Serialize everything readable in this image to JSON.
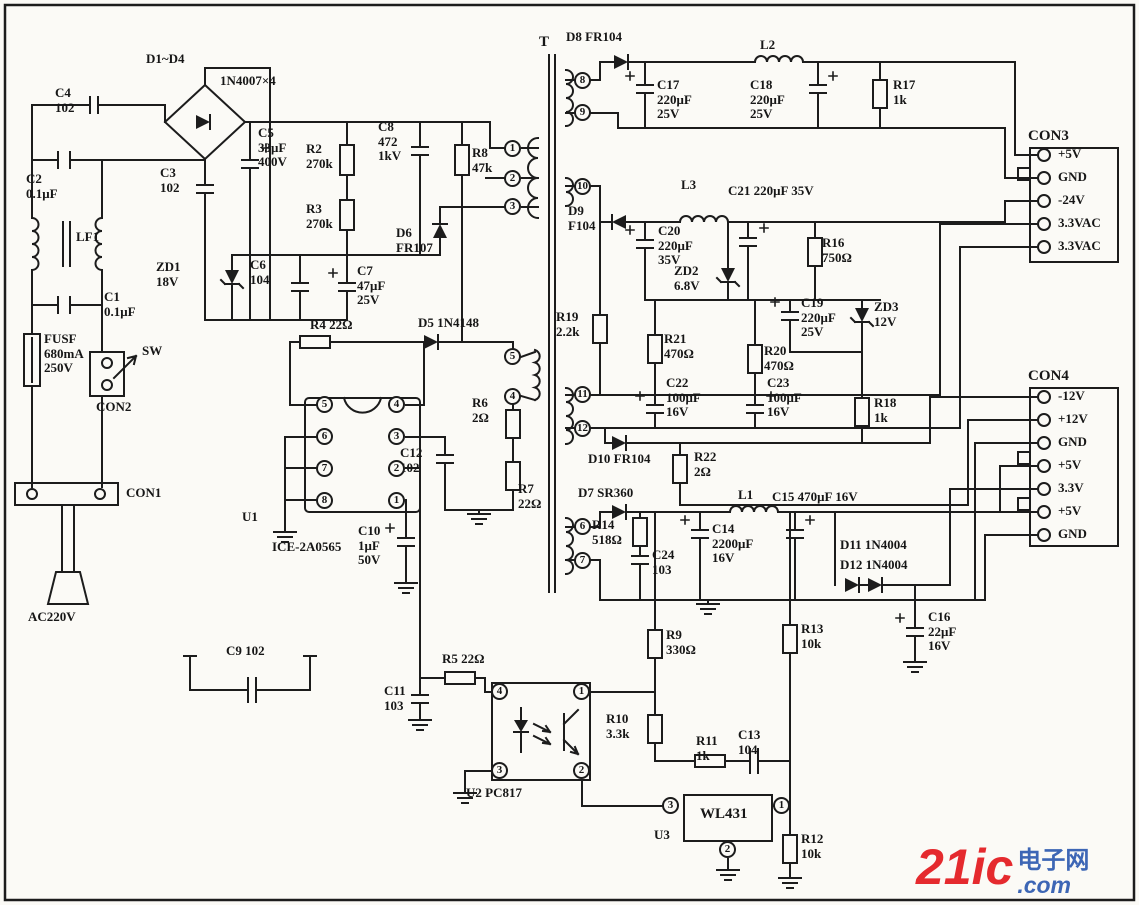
{
  "transformer": {
    "label": "T"
  },
  "primary": {
    "bridge_name": "D1~D4",
    "bridge_part": "1N4007×4",
    "c4": "C4\n102",
    "c2": "C2\n0.1μF",
    "c5": "C5\n33μF\n400V",
    "c3": "C3\n102",
    "lf1": "LF1",
    "c1": "C1\n0.1μF",
    "zd1": "ZD1\n18V",
    "c6": "C6\n104",
    "fuse": "FUSF\n680mA\n250V",
    "sw": "SW",
    "con2": "CON2",
    "con1": "CON1",
    "ac": "AC220V",
    "r2": "R2\n270k",
    "r3": "R3\n270k",
    "c8": "C8\n472\n1kV",
    "r8": "R8\n47k",
    "d6": "D6\nFR107",
    "c7": "C7\n47μF\n25V",
    "r4": "R4 22Ω",
    "d5": "D5 1N4148",
    "r6": "R6\n2Ω",
    "c12": "C12\n102",
    "r7": "R7\n22Ω",
    "u1": "U1",
    "u1_part": "ICE-2A0565",
    "c10": "C10\n1μF\n50V",
    "c9": "C9 102"
  },
  "secondary": {
    "d8": "D8 FR104",
    "c17": "C17\n220μF\n25V",
    "l2": "L2",
    "c18": "C18\n220μF\n25V",
    "r17": "R17\n1k",
    "d9": "D9\nF104",
    "l3": "L3",
    "c20": "C20\n220μF\n35V",
    "c21": "C21 220μF 35V",
    "r16": "R16\n750Ω",
    "zd2": "ZD2\n6.8V",
    "c19": "C19\n220μF\n25V",
    "zd3": "ZD3\n12V",
    "r19": "R19\n2.2k",
    "r21": "R21\n470Ω",
    "r20": "R20\n470Ω",
    "c22": "C22\n100μF\n16V",
    "c23": "C23\n100μF\n16V",
    "r18": "R18\n1k",
    "d10": "D10 FR104",
    "r22": "R22\n2Ω",
    "d7": "D7 SR360",
    "l1": "L1",
    "c15": "C15 470μF 16V",
    "c14": "C14\n2200μF\n16V",
    "r14": "R14\n518Ω",
    "c24": "C24\n103",
    "d11": "D11 1N4004",
    "d12": "D12 1N4004",
    "c16": "C16\n22μF\n16V"
  },
  "feedback": {
    "r9": "R9\n330Ω",
    "r13": "R13\n10k",
    "r5": "R5 22Ω",
    "c11": "C11\n103",
    "u2": "U2 PC817",
    "r10": "R10\n3.3k",
    "r11": "R11\n1k",
    "c13": "C13\n104",
    "u3": "U3",
    "wl431": "WL431",
    "r12": "R12\n10k"
  },
  "connectors": {
    "con3": {
      "label": "CON3",
      "pins": [
        "+5V",
        "GND",
        "-24V",
        "3.3VAC",
        "3.3VAC"
      ]
    },
    "con4": {
      "label": "CON4",
      "pins": [
        "-12V",
        "+12V",
        "GND",
        "+5V",
        "3.3V",
        "+5V",
        "GND"
      ]
    }
  },
  "pins": {
    "t_primary": [
      "1",
      "2",
      "3"
    ],
    "t_top": [
      "8",
      "9"
    ],
    "t_mid": [
      "10"
    ],
    "t_aux": [
      "5",
      "4"
    ],
    "t_low": [
      "11",
      "12"
    ],
    "t_out": [
      "6",
      "7"
    ],
    "u1_left": [
      "5",
      "6",
      "7",
      "8"
    ],
    "u1_right": [
      "4",
      "3",
      "2",
      "1"
    ],
    "u2": [
      "4",
      "1",
      "3",
      "2"
    ],
    "u3": [
      "3",
      "1",
      "2"
    ]
  },
  "watermark": {
    "brand": "21ic",
    "cn": "电子网",
    "suffix": ".com"
  }
}
